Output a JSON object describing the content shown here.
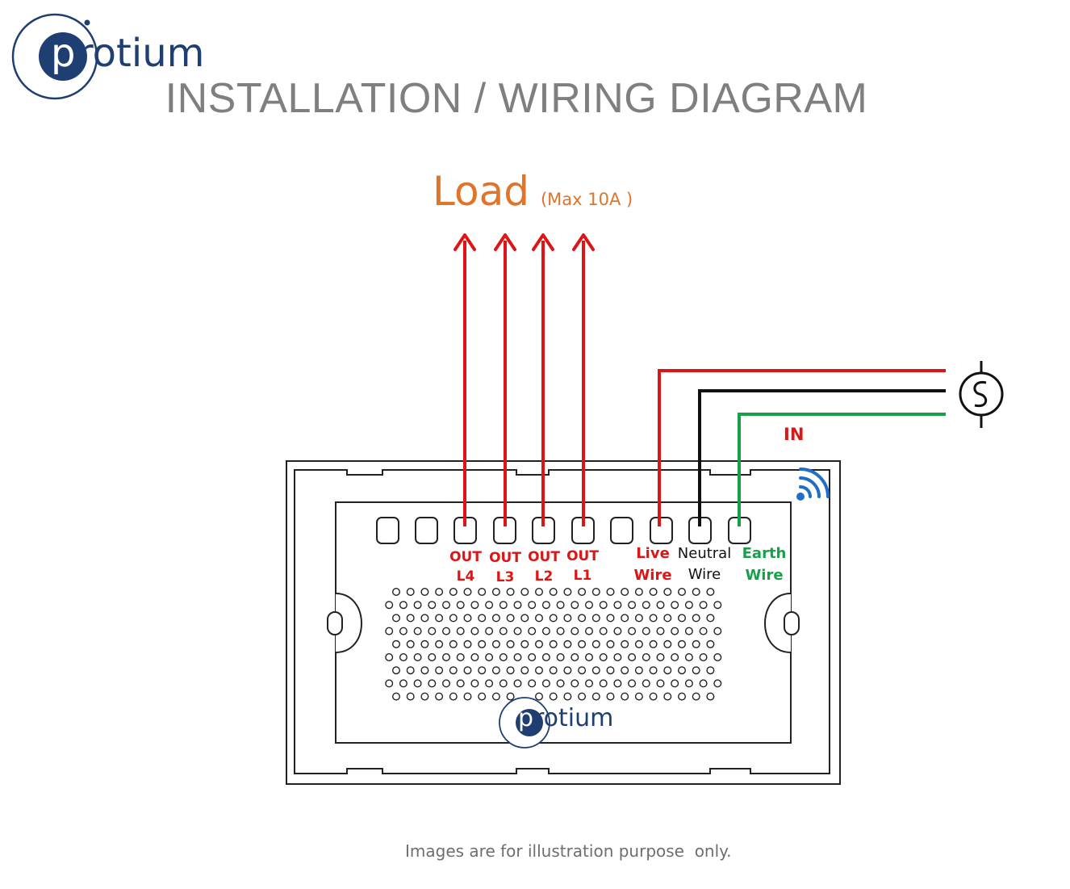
{
  "brand": {
    "name_suffix": "rotium",
    "logo_letter": "p"
  },
  "title": "INSTALLATION / WIRING DIAGRAM",
  "load": {
    "label": "Load",
    "rating": "(Max 10A )"
  },
  "outputs": [
    {
      "line1": "OUT",
      "line2": "L4"
    },
    {
      "line1": "OUT",
      "line2": "L3"
    },
    {
      "line1": "OUT",
      "line2": "L2"
    },
    {
      "line1": "OUT",
      "line2": "L1"
    }
  ],
  "inputs": {
    "live": {
      "line1": "Live",
      "line2": "Wire"
    },
    "neutral": {
      "line1": "Neutral",
      "line2": "Wire"
    },
    "earth": {
      "line1": "Earth",
      "line2": "Wire"
    }
  },
  "in_label": "IN",
  "footnote": "Images are for illustration purpose  only.",
  "colors": {
    "live": "#dd1515",
    "neutral": "#111111",
    "earth": "#16a04a",
    "load_text": "#e0742a",
    "brand": "#1f3f72",
    "wifi": "#1f6fc8",
    "title": "#7f7f7f"
  },
  "icons": [
    "protium-logo",
    "wifi-icon",
    "ac-source-icon",
    "arrow-up-icon"
  ]
}
